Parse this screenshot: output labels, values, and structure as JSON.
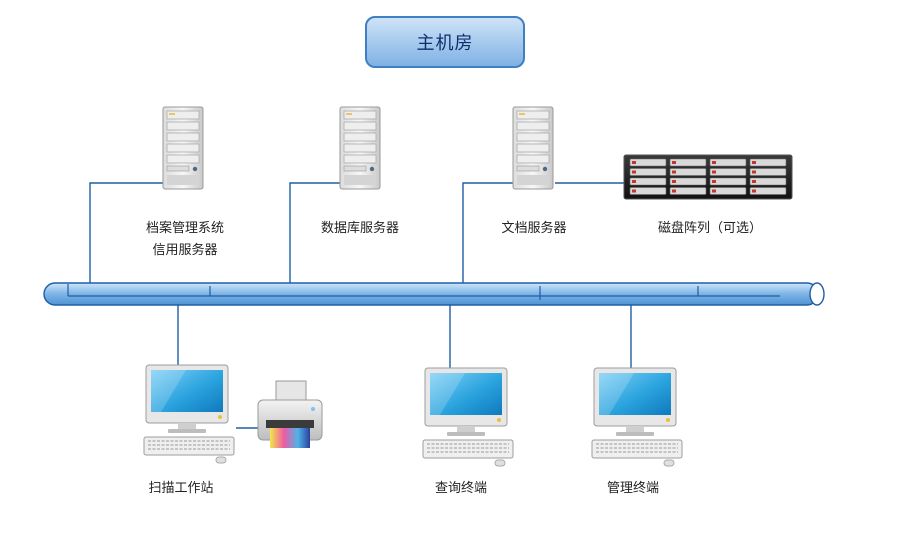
{
  "title": "主机房",
  "servers": [
    {
      "label_line1": "档案管理系统",
      "label_line2": "信用服务器"
    },
    {
      "label": "数据库服务器"
    },
    {
      "label": "文档服务器"
    }
  ],
  "storage": {
    "label": "磁盘阵列（可选）"
  },
  "terminals": [
    {
      "label": "扫描工作站"
    },
    {
      "label": "查询终端"
    },
    {
      "label": "管理终端"
    }
  ],
  "colors": {
    "line": "#1e5ea6",
    "bus_fill": "#8ec0ec",
    "title_border": "#3f7fc4",
    "title_text": "#0e2f6b",
    "screen": "#2fa6e0"
  }
}
